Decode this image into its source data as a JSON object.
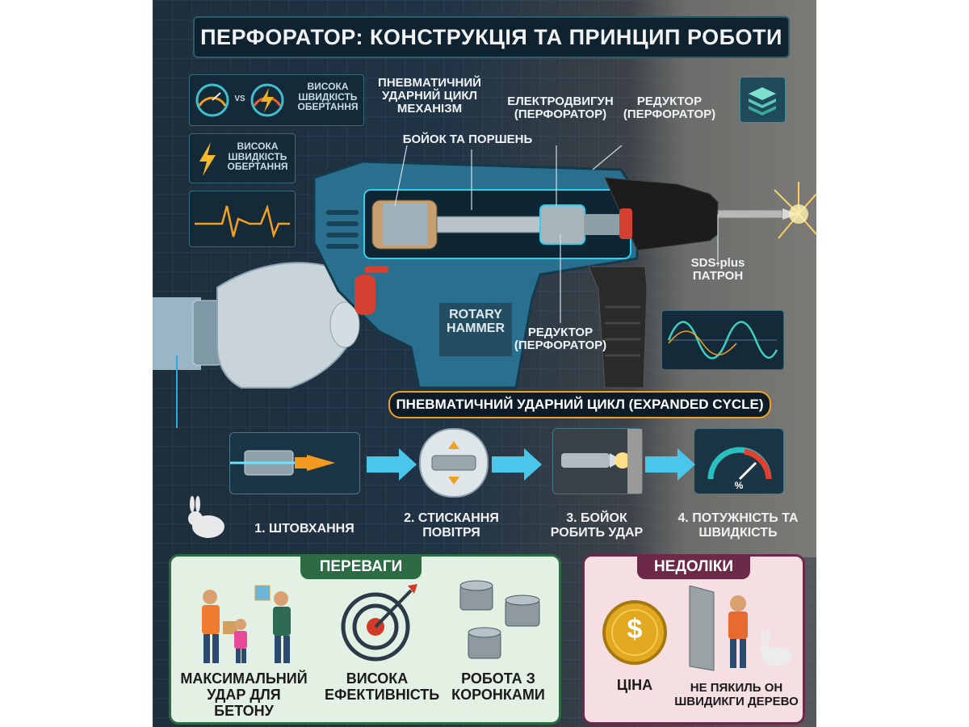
{
  "title": "ПЕРФОРАТОР: КОНСТРУКЦІЯ ТА ПРИНЦИП РОБОТИ",
  "left_panels": {
    "panel1_vs": "VS",
    "panel1_text": "ВИСОКА ШВИДКІСТЬ ОБЕРТАННЯ",
    "panel2_text": "ВИСОКА ШВИДКІСТЬ ОБЕРТАННЯ"
  },
  "callouts": {
    "pneumatic": "ПНЕВМАТИЧНИЙ УДАРНИЙ ЦИКЛ МЕХАНІЗМ",
    "striker": "БОЙОК ТА ПОРШЕНЬ",
    "motor": "ЕЛЕКТРОДВИГУН (ПЕРФОРАТОР)",
    "gearbox_top": "РЕДУКТОР (ПЕРФОРАТОР)",
    "gearbox_mid": "РЕДУКТОР (ПЕРФОРАТОР)",
    "chuck": "SDS-plus ПАТРОН",
    "body_label": "ROTARY HAMMER"
  },
  "cycle": {
    "title": "ПНЕВМАТИЧНИЙ УДАРНИЙ ЦИКЛ (EXPANDED CYCLE)",
    "steps": [
      {
        "label": "1. ШТОВХАННЯ"
      },
      {
        "label": "2. СТИСКАННЯ ПОВІТРЯ"
      },
      {
        "label": "3. БОЙОК РОБИТЬ УДАР"
      },
      {
        "label": "4. ПОТУЖНІСТЬ ТА ШВИДКІСТЬ"
      }
    ],
    "gauge_unit": "%"
  },
  "advantages": {
    "header": "ПЕРЕВАГИ",
    "items": [
      {
        "label": "МАКСИМАЛЬНИЙ УДАР ДЛЯ БЕТОНУ"
      },
      {
        "label": "ВИСОКА ЕФЕКТИВНІСТЬ"
      },
      {
        "label": "РОБОТА З КОРОНКАМИ"
      }
    ]
  },
  "disadvantages": {
    "header": "НЕДОЛІКИ",
    "items": [
      {
        "label": "ЦІНА",
        "symbol": "$"
      },
      {
        "label": "НЕ ПЯКИЛЬ ОН ШВИДИКГИ ДЕРЕВО"
      }
    ]
  },
  "colors": {
    "accent_blue": "#2aa8e0",
    "accent_orange": "#f0a020",
    "tool_body": "#2b6f8e",
    "advantages_green": "#2d6b45",
    "disadvantages_purple": "#6c2a48"
  }
}
